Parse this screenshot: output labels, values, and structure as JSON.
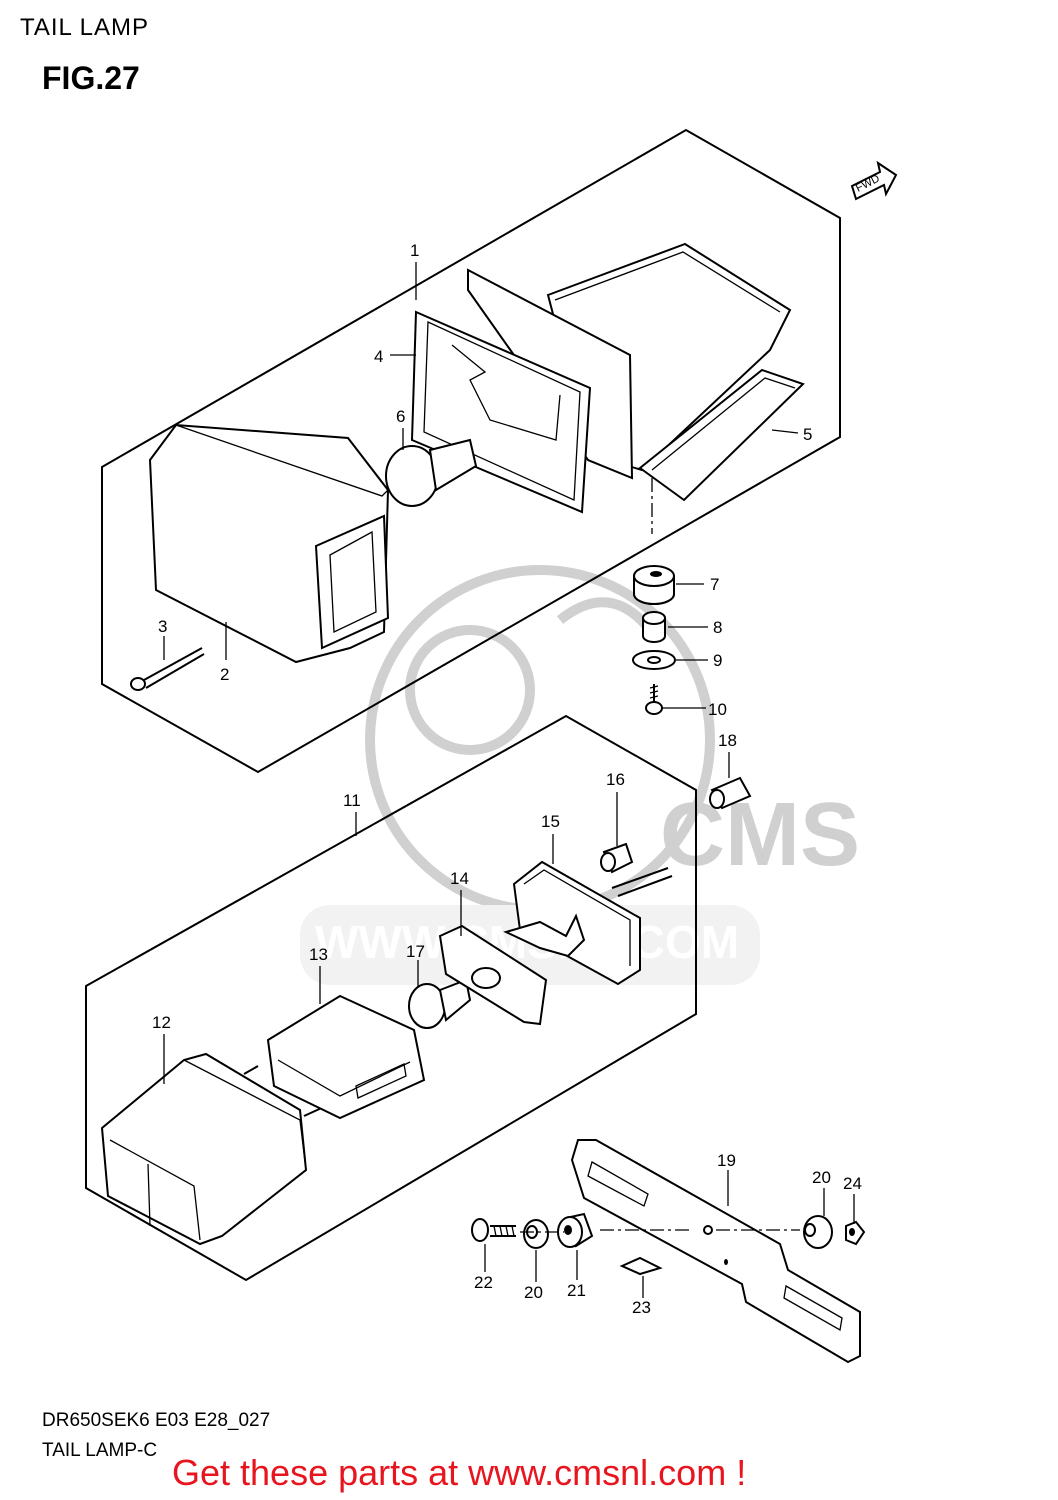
{
  "header": {
    "section": "TAIL LAMP",
    "figure": "FIG.27"
  },
  "fwd_label": "FWD",
  "watermark": {
    "brand": "CMS",
    "url": "WWW.CMSNL.COM"
  },
  "callouts": {
    "c1": "1",
    "c2": "2",
    "c3": "3",
    "c4": "4",
    "c5": "5",
    "c6": "6",
    "c7": "7",
    "c8": "8",
    "c9": "9",
    "c10": "10",
    "c11": "11",
    "c12": "12",
    "c13": "13",
    "c14": "14",
    "c15": "15",
    "c16": "16",
    "c17": "17",
    "c18": "18",
    "c19": "19",
    "c20a": "20",
    "c20b": "20",
    "c21": "21",
    "c22": "22",
    "c23": "23",
    "c24": "24"
  },
  "footer": {
    "model": "DR650SEK6 E03 E28_027",
    "variant": "TAIL LAMP-C",
    "cta": "Get these parts at www.cmsnl.com !"
  }
}
